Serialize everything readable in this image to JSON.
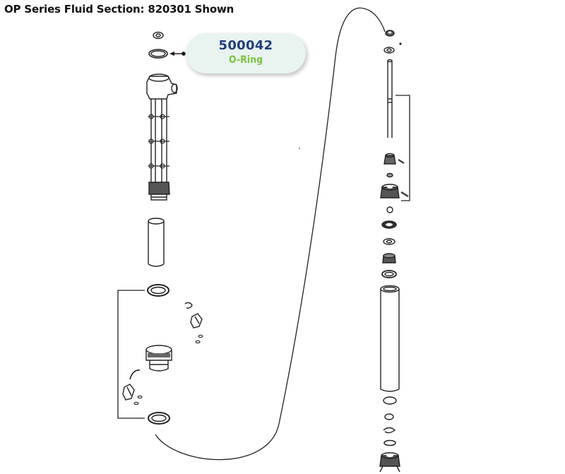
{
  "title": "OP Series Fluid Section: 820301 Shown",
  "callout": {
    "part_number": "500042",
    "part_name": "O-Ring",
    "number_color": "#1f3e7a",
    "name_color": "#7dc242",
    "background": "#e9f4f0"
  }
}
